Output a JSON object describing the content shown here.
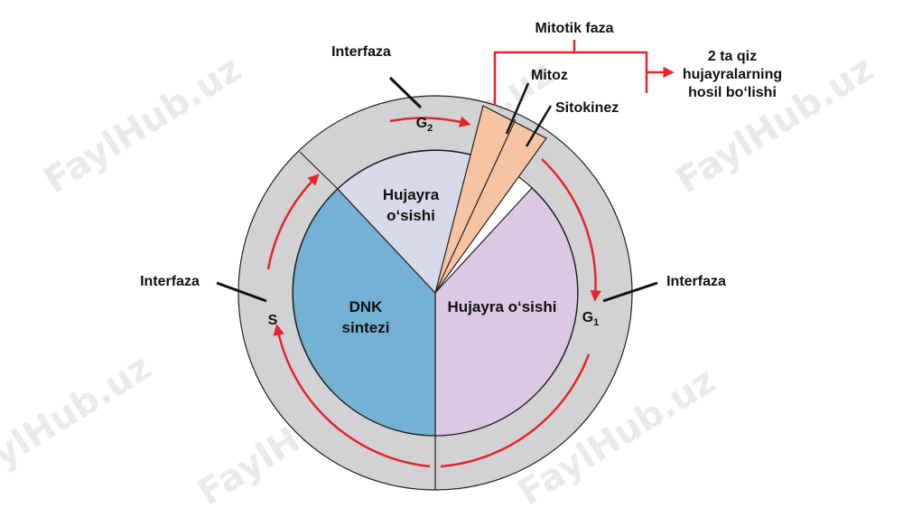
{
  "colors": {
    "outer_ring": "#d2d2d4",
    "inner_bg": "#ffffff",
    "dnk_sector": "#74b1d4",
    "g2_growth_sector": "#d6dae9",
    "g1_growth_sector": "#dcc8e3",
    "mitotic_wedge": "#f6c3a3",
    "arrow": "#e3262a",
    "outline": "#222222"
  },
  "labels": {
    "interfaza_top": "Interfaza",
    "interfaza_left": "Interfaza",
    "interfaza_right": "Interfaza",
    "phase_g2_main": "G",
    "phase_g2_sub": "2",
    "phase_g1_main": "G",
    "phase_g1_sub": "1",
    "phase_s": "S",
    "mitotik_faza": "Mitotik faza",
    "mitoz": "Mitoz",
    "sitokinez": "Sitokinez",
    "result_line1": "2 ta qiz",
    "result_line2": "hujayralarning",
    "result_line3": "hosil bo‘lishi",
    "g2_growth_line1": "Hujayra",
    "g2_growth_line2": "o‘sishi",
    "dnk_line1": "DNK",
    "dnk_line2": "sintezi",
    "g1_growth": "Hujayra o‘sishi"
  },
  "watermark": {
    "text": "FaylHub.uz"
  }
}
